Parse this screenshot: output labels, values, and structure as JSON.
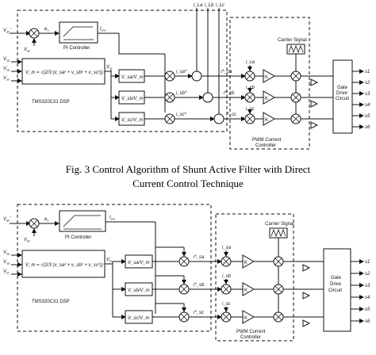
{
  "figure3": {
    "inputs": {
      "vdc_ref": "V",
      "vdc_ref_sub": "dc",
      "vdc_ref_sup": "*",
      "vdc_meas": "V",
      "vdc_meas_sub": "dc",
      "vsa": "V",
      "vsa_sub": "sa",
      "vsb": "V",
      "vsb_sub": "sb",
      "vsc": "V",
      "vsc_sub": "sc"
    },
    "error_label": "e",
    "error_sub": "n",
    "pi_label": "PI Controller",
    "ism_label": "I",
    "ism_sub": "sm",
    "vm_label": "V",
    "vm_sub": "m",
    "vm_formula": "V_m = √(2/3 (v_sa² + v_sb² + v_sc²))",
    "ratios": [
      "V_sa/V_m",
      "V_sb/V_m",
      "V_sc/V_m"
    ],
    "dsp_label": "TMS320C31 DSP",
    "load_currents": [
      "i_La",
      "i_Lb",
      "i_Lc"
    ],
    "ref_currents": [
      "i*_ca",
      "i*_cb",
      "i*_cc"
    ],
    "measured_currents": [
      "i_ca",
      "i_cb",
      "i_cc"
    ],
    "s_refs": [
      "i_sa*",
      "i_sb*",
      "i_sc*"
    ],
    "k_label": "K",
    "carrier_label": "Carrier Signal",
    "pwm_label": "PWM Current Controller",
    "gate_label": "Gate Drive Circuit",
    "outputs": [
      "s1",
      "s2",
      "s3",
      "s4",
      "s5",
      "s6"
    ]
  },
  "caption": {
    "line1": "Fig. 3  Control Algorithm of Shunt Active Filter with Direct",
    "line2": "Current Control Technique"
  },
  "figure4": {
    "inputs": {
      "vdc_ref": "V",
      "vdc_ref_sub": "dc",
      "vdc_ref_sup": "*",
      "vdc_meas": "V",
      "vdc_meas_sub": "dc",
      "vsa": "V",
      "vsa_sub": "sa",
      "vsb": "V",
      "vsb_sub": "sb",
      "vsc": "V",
      "vsc_sub": "sc"
    },
    "error_label": "e",
    "error_sub": "n",
    "pi_label": "PI Controller",
    "ism_label": "I",
    "ism_sub": "sm",
    "vm_label": "V",
    "vm_sub": "m",
    "vm_formula": "V_m = √(2/3 (v_sa² + v_sb² + v_sc²))",
    "ratios": [
      "V_sa/V_m",
      "V_sb/V_m",
      "V_sc/V_m"
    ],
    "dsp_label": "TMS320C31 DSP",
    "ref_currents": [
      "i*_sa",
      "i*_sb",
      "i*_sc"
    ],
    "measured_currents": [
      "i_sa",
      "i_sb",
      "i_sc"
    ],
    "k_label": "K",
    "carrier_label": "Carrier Signal",
    "pwm_label": "PWM Current Controller",
    "gate_label": "Gate Drive Circuit",
    "outputs": [
      "s1",
      "s2",
      "s3",
      "s4",
      "s5",
      "s6"
    ]
  }
}
